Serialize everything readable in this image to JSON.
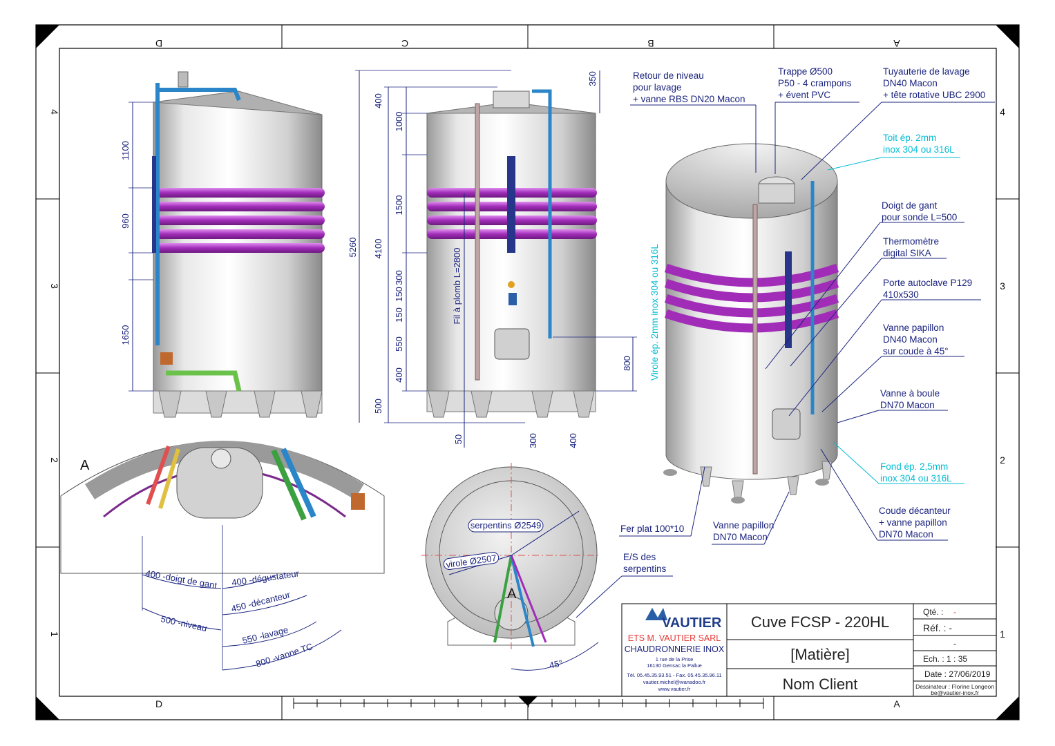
{
  "zones": {
    "top": [
      "D",
      "C",
      "B",
      "A"
    ],
    "bottom": [
      "D",
      "A"
    ],
    "left": [
      "4",
      "3",
      "2",
      "1"
    ],
    "right": [
      "4",
      "3",
      "2",
      "1"
    ]
  },
  "dims_side": [
    "1100",
    "960",
    "1650"
  ],
  "dims_front": [
    "350",
    "400",
    "1000",
    "1500",
    "4100",
    "5260",
    "300",
    "150",
    "150",
    "550",
    "400",
    "500",
    "800",
    "50",
    "300",
    "400"
  ],
  "plumb": "Fil à plomb L=2800",
  "shell_label": "Virole ép. 2mm inox 304 ou 316L",
  "detail": {
    "letter": "A",
    "items": [
      "400 -doigt de gant",
      "400 -dégustateur",
      "450 -décanteur",
      "500 -niveau",
      "550 -lavage",
      "800 -vanne TC"
    ]
  },
  "top_view": {
    "serp": "serpentins Ø2549",
    "virole": "virole Ø2507",
    "letter": "A",
    "angle": "45°"
  },
  "callouts": {
    "retour": [
      "Retour de niveau",
      "pour lavage",
      "+ vanne RBS DN20 Macon"
    ],
    "trappe": [
      "Trappe Ø500",
      "P50 - 4 crampons",
      "+ évent PVC"
    ],
    "tuyau": [
      "Tuyauterie de lavage",
      "DN40 Macon",
      "+ tête rotative UBC 2900"
    ],
    "toit": [
      "Toit ép. 2mm",
      "inox 304 ou 316L"
    ],
    "doigt": [
      "Doigt de gant",
      "pour sonde L=500"
    ],
    "thermo": [
      "Thermomètre",
      "digital SIKA"
    ],
    "porte": [
      "Porte autoclave P129",
      "410x530"
    ],
    "vpap": [
      "Vanne papillon",
      "DN40 Macon",
      "sur coude à 45°"
    ],
    "boule": [
      "Vanne à boule",
      "DN70 Macon"
    ],
    "fond": [
      "Fond ép. 2,5mm",
      "inox 304 ou 316L"
    ],
    "coude": [
      "Coude décanteur",
      "+ vanne papillon",
      "DN70 Macon"
    ],
    "fer": "Fer plat 100*10",
    "vpap2": [
      "Vanne papillon",
      "DN70 Macon"
    ],
    "es": [
      "E/S des",
      "serpentins"
    ]
  },
  "title_block": {
    "logo": "VAUTIER",
    "company": "ETS M. VAUTIER SARL",
    "trade": "CHAUDRONNERIE INOX",
    "addr1": "1 rue de la Prise",
    "addr2": "16130 Gensac la Pallue",
    "contact1": "Tél. 05.45.35.93.51 - Fax. 05.45.35.96.11",
    "contact2": "vautier.michel@wanadoo.fr",
    "contact3": "www.vautier.fr",
    "title": "Cuve FCSP - 220HL",
    "material": "[Matière]",
    "client": "Nom Client",
    "qty_label": "Qté. :",
    "qty_val": "-",
    "ref_label": "Réf. : -",
    "ref_val": "-",
    "scale": "Ech. : 1 : 35",
    "date": "Date : 27/06/2019",
    "drafter": "Dessinateur : Florine Longeon",
    "email": "be@vautier-inox.fr"
  },
  "colors": {
    "dim": "#1a237e",
    "cyan": "#00bcd4",
    "serpentin": "#b23bc4",
    "steel": "#d9d9d9",
    "pipe": "#2a86c8"
  }
}
